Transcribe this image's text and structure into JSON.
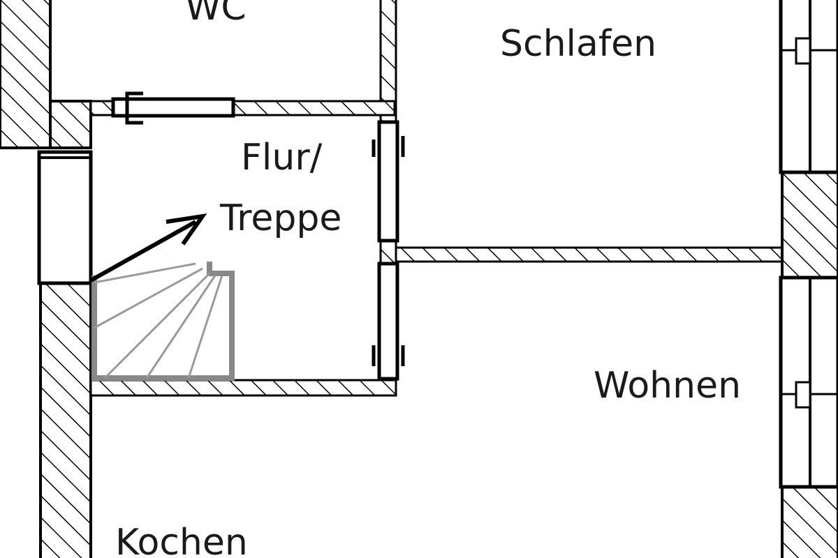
{
  "rooms": {
    "wc": "WC",
    "schlafen": "Schlafen",
    "flur_line1": "Flur/",
    "flur_line2": "Treppe",
    "wohnen": "Wohnen",
    "kochen": "Kochen"
  },
  "colors": {
    "wall_stroke": "#000000",
    "background": "#ffffff",
    "stair_lines": "#9a9a9a"
  },
  "icons": [
    "door-swing-icon",
    "window-icon",
    "stair-arrow-icon"
  ]
}
